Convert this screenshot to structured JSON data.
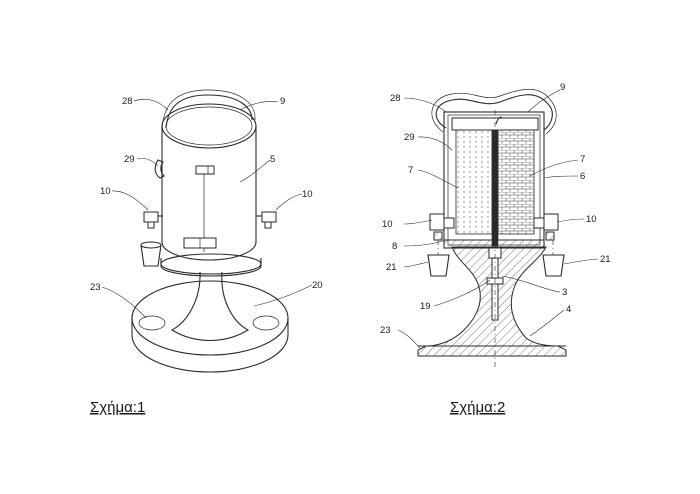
{
  "figures": [
    {
      "caption": "Σχήμα:1",
      "labels": [
        "28",
        "9",
        "29",
        "5",
        "10",
        "10",
        "23",
        "20"
      ]
    },
    {
      "caption": "Σχήμα:2",
      "labels": [
        "28",
        "9",
        "29",
        "7",
        "7",
        "6",
        "10",
        "10",
        "8",
        "21",
        "21",
        "19",
        "3",
        "23",
        "4"
      ]
    }
  ]
}
